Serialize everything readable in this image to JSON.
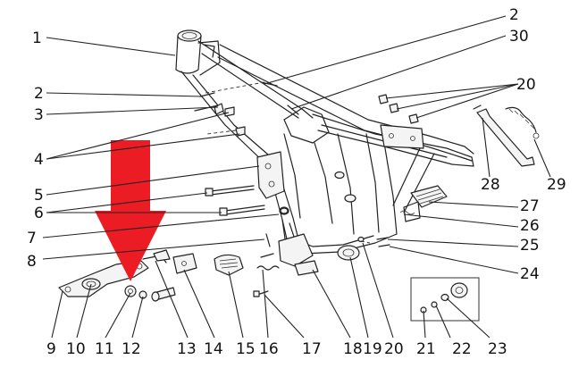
{
  "diagram": {
    "arrow_color": "#ec1c24",
    "callouts": {
      "c1": "1",
      "c2a": "2",
      "c30": "30",
      "c2b": "2",
      "c20a": "20",
      "c3": "3",
      "c4": "4",
      "c5": "5",
      "c6": "6",
      "c7": "7",
      "c8": "8",
      "c27": "27",
      "c28": "28",
      "c29": "29",
      "c26": "26",
      "c25": "25",
      "c24": "24",
      "c9": "9",
      "c10": "10",
      "c11": "11",
      "c12": "12",
      "c13": "13",
      "c14": "14",
      "c15": "15",
      "c16": "16",
      "c17": "17",
      "c18": "18",
      "c19": "19",
      "c20b": "20",
      "c21": "21",
      "c22": "22",
      "c23": "23"
    }
  }
}
